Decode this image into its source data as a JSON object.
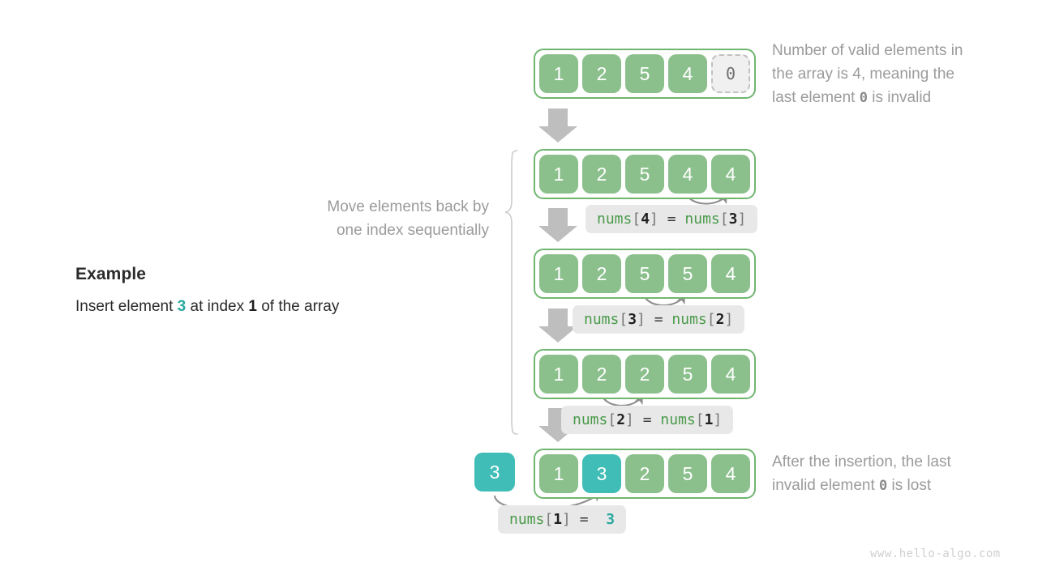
{
  "example": {
    "title": "Example",
    "description_prefix": "Insert element ",
    "description_value": "3",
    "description_mid": " at index ",
    "description_index": "1",
    "description_suffix": " of the array"
  },
  "notes": {
    "top_right_line1": "Number of valid elements in",
    "top_right_line2": "the array is 4, meaning the",
    "top_right_line3_prefix": "last element ",
    "top_right_line3_code": "0",
    "top_right_line3_suffix": " is invalid",
    "left_middle_line1": "Move elements back by",
    "left_middle_line2": "one index sequentially",
    "bottom_right_line1": "After the insertion, the last",
    "bottom_right_line2_prefix": "invalid element ",
    "bottom_right_line2_code": "0",
    "bottom_right_line2_suffix": " is lost"
  },
  "rows": [
    {
      "id": "row-initial",
      "cells": [
        "1",
        "2",
        "5",
        "4",
        "0"
      ],
      "invalid_index": 4,
      "highlight_index": -1
    },
    {
      "id": "row-shift-4",
      "cells": [
        "1",
        "2",
        "5",
        "4",
        "4"
      ],
      "invalid_index": -1,
      "highlight_index": -1
    },
    {
      "id": "row-shift-3",
      "cells": [
        "1",
        "2",
        "5",
        "5",
        "4"
      ],
      "invalid_index": -1,
      "highlight_index": -1
    },
    {
      "id": "row-shift-2",
      "cells": [
        "1",
        "2",
        "2",
        "5",
        "4"
      ],
      "invalid_index": -1,
      "highlight_index": -1
    },
    {
      "id": "row-final",
      "cells": [
        "1",
        "3",
        "2",
        "5",
        "4"
      ],
      "invalid_index": -1,
      "highlight_index": 1
    }
  ],
  "detached_element": {
    "value": "3"
  },
  "code_labels": [
    {
      "id": "label-1",
      "name": "nums",
      "index": "4",
      "op": "=",
      "rhs_name": "nums",
      "rhs_index": "3"
    },
    {
      "id": "label-2",
      "name": "nums",
      "index": "3",
      "op": "=",
      "rhs_name": "nums",
      "rhs_index": "2"
    },
    {
      "id": "label-3",
      "name": "nums",
      "index": "2",
      "op": "=",
      "rhs_name": "nums",
      "rhs_index": "1"
    },
    {
      "id": "label-4",
      "name": "nums",
      "index": "1",
      "op": "=",
      "rhs_value": "3"
    }
  ],
  "watermark": "www.hello-algo.com",
  "colors": {
    "green_fill": "#8bc08c",
    "green_border": "#70b670",
    "teal": "#3fbdb6",
    "teal_text": "#2aa8a0",
    "gray_arrow": "#bfbfbf",
    "note_gray": "#9b9b9b",
    "pill_bg": "#e8e8e8",
    "code_green": "#4a9a4a"
  }
}
